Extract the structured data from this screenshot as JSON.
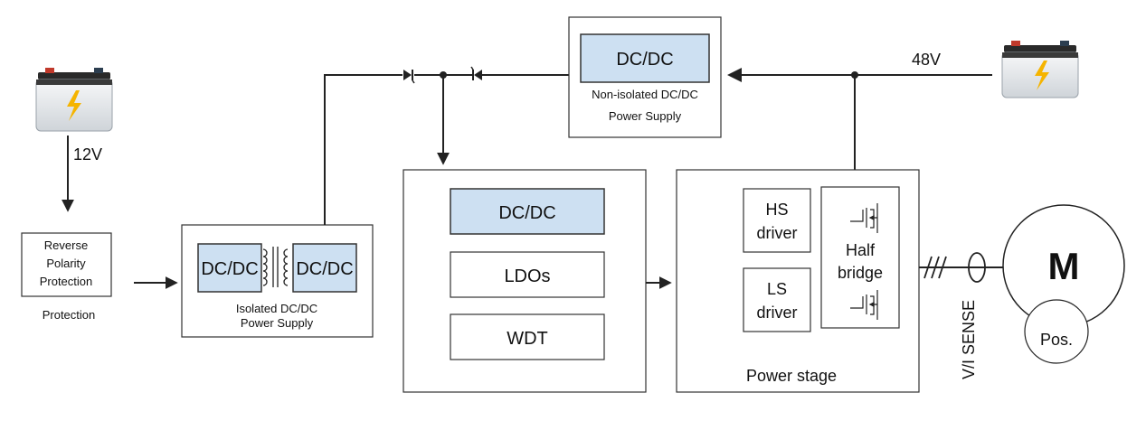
{
  "battery_12v": {
    "voltage_label": "12V"
  },
  "battery_48v": {
    "voltage_label": "48V"
  },
  "reverse_polarity": {
    "lines": [
      "Reverse",
      "Polarity",
      "Protection"
    ],
    "caption": "Protection"
  },
  "isolated_supply": {
    "left_label": "DC/DC",
    "right_label": "DC/DC",
    "caption_lines": [
      "Isolated DC/DC",
      "Power Supply"
    ]
  },
  "non_isolated_supply": {
    "label": "DC/DC",
    "caption_lines": [
      "Non-isolated DC/DC",
      "Power Supply"
    ]
  },
  "controller_block": {
    "dcdc_label": "DC/DC",
    "ldos_label": "LDOs",
    "wdt_label": "WDT"
  },
  "power_stage": {
    "hs_driver_lines": [
      "HS",
      "driver"
    ],
    "ls_driver_lines": [
      "LS",
      "driver"
    ],
    "half_bridge_lines": [
      "Half",
      "bridge"
    ],
    "caption": "Power stage"
  },
  "motor": {
    "label": "M",
    "position_label": "Pos."
  },
  "sense_label": "V/I SENSE",
  "colors": {
    "dcdc_fill": "#cde0f2",
    "line": "#222222",
    "battery_body": "#e9ecef",
    "battery_bolt": "#f5b400"
  },
  "icons": [
    "battery-icon",
    "lightning-icon",
    "diode-icon",
    "transformer-icon",
    "mosfet-icon",
    "current-sensor-icon"
  ]
}
